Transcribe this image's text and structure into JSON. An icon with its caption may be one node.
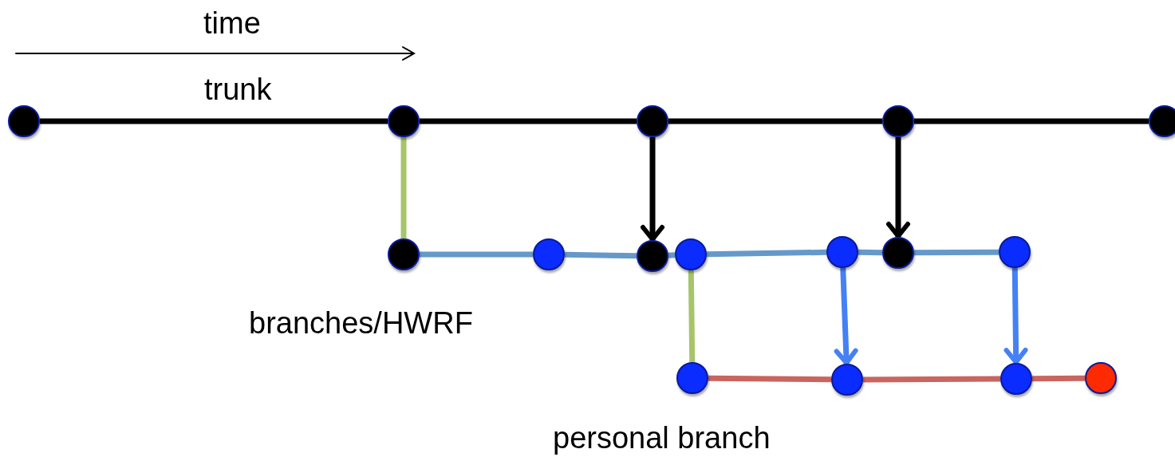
{
  "diagram": {
    "nodes": [
      {
        "text": [],
        "shape": "circle"
      },
      {
        "text": [],
        "shape": "circle"
      },
      {
        "text": [],
        "shape": "circle"
      },
      {
        "text": [],
        "shape": "circle"
      },
      {
        "text": [],
        "shape": "circle"
      },
      {
        "text": [],
        "shape": "circle"
      },
      {
        "text": [],
        "shape": "circle"
      },
      {
        "text": [],
        "shape": "circle"
      },
      {
        "text": [],
        "shape": "circle"
      },
      {
        "text": [],
        "shape": "circle"
      },
      {
        "text": [],
        "shape": "circle"
      },
      {
        "text": [],
        "shape": "circle"
      },
      {
        "text": [],
        "shape": "circle"
      },
      {
        "text": [],
        "shape": "circle"
      },
      {
        "text": [],
        "shape": "circle"
      },
      {
        "text": [],
        "shape": "circle"
      }
    ],
    "edges": [
      {
        "from": 0,
        "to": 1,
        "arrow": "none"
      },
      {
        "from": 1,
        "to": 2,
        "arrow": "none"
      },
      {
        "from": 2,
        "to": 3,
        "arrow": "none"
      },
      {
        "from": 3,
        "to": 4,
        "arrow": "none"
      },
      {
        "from": 1,
        "to": 5,
        "arrow": "none",
        "color": "#a6c46a"
      },
      {
        "from": 5,
        "to": 6,
        "arrow": "none",
        "color": "#6599c9"
      },
      {
        "from": 6,
        "to": 7,
        "arrow": "none",
        "color": "#6599c9"
      },
      {
        "from": 7,
        "to": 8,
        "arrow": "none",
        "color": "#6599c9"
      },
      {
        "from": 8,
        "to": 9,
        "arrow": "none",
        "color": "#6599c9"
      },
      {
        "from": 9,
        "to": 10,
        "arrow": "none",
        "color": "#6599c9"
      },
      {
        "from": 10,
        "to": 11,
        "arrow": "none",
        "color": "#6599c9"
      },
      {
        "from": 2,
        "to": 7,
        "arrow": "to"
      },
      {
        "from": 3,
        "to": 10,
        "arrow": "to"
      },
      {
        "from": 8,
        "to": 12,
        "arrow": "none",
        "color": "#a6c46a"
      },
      {
        "from": 12,
        "to": 13,
        "arrow": "none",
        "color": "#c9645e"
      },
      {
        "from": 13,
        "to": 14,
        "arrow": "none",
        "color": "#c9645e"
      },
      {
        "from": 14,
        "to": 15,
        "arrow": "none",
        "color": "#c9645e"
      },
      {
        "from": 9,
        "to": 13,
        "arrow": "to",
        "color": "#4581f5"
      },
      {
        "from": 11,
        "to": 14,
        "arrow": "to",
        "color": "#4581f5"
      }
    ],
    "labels": [
      "time",
      "trunk",
      "branches/HWRF",
      "personal branch"
    ]
  }
}
